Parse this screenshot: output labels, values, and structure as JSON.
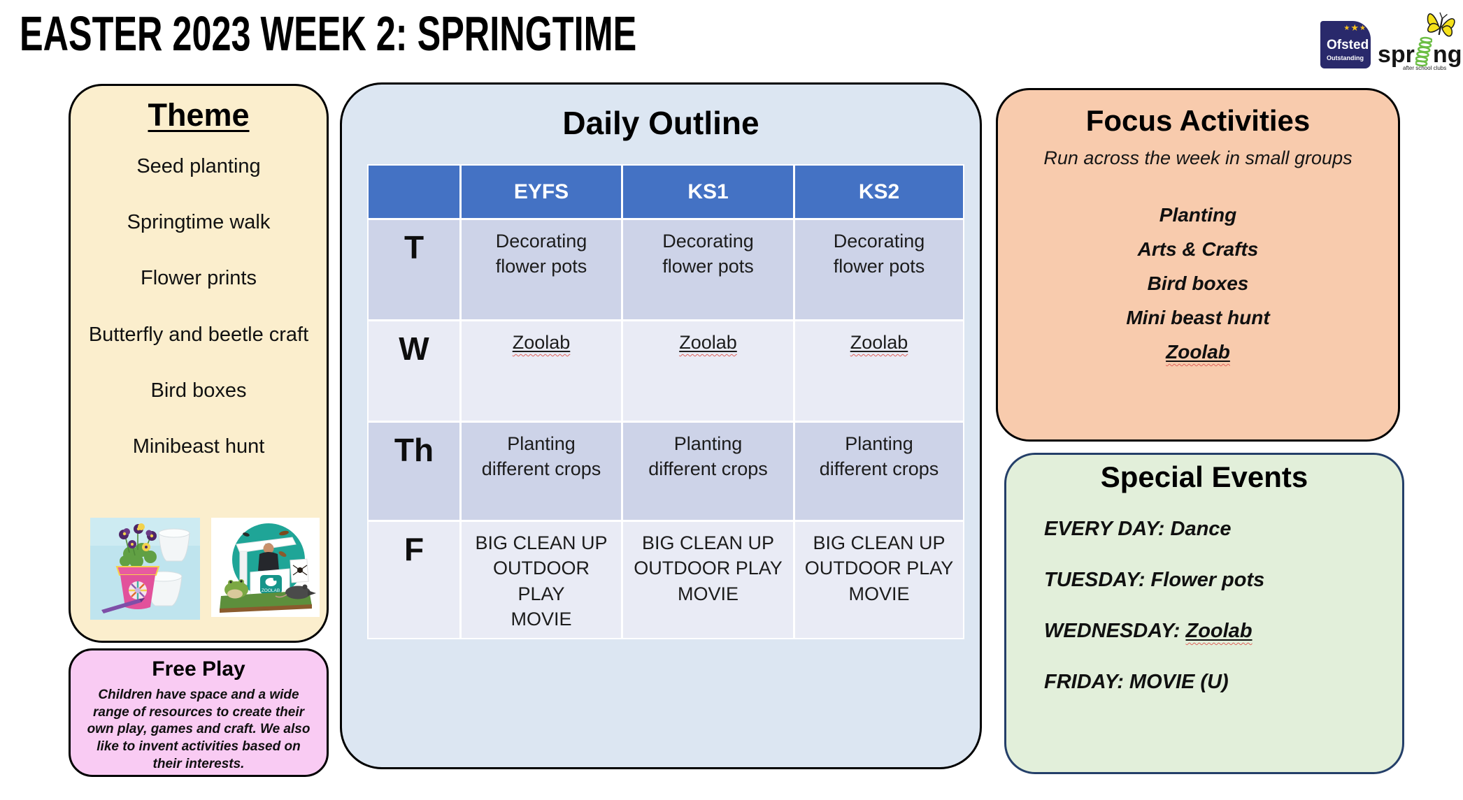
{
  "page": {
    "title": "EASTER 2023 WEEK 2: SPRINGTIME"
  },
  "logos": {
    "ofsted": {
      "name": "Ofsted",
      "subtitle": "Outstanding",
      "stars": [
        "★",
        "★",
        "★"
      ]
    },
    "spring": {
      "brand_pre": "spr",
      "brand_post": "ng",
      "tagline": "after school clubs"
    }
  },
  "theme": {
    "title": "Theme",
    "items": [
      "Seed planting",
      "Springtime walk",
      "Flower prints",
      "Butterfly and beetle craft",
      "Bird boxes",
      "Minibeast hunt"
    ],
    "photos": [
      {
        "name": "flower-pots-photo",
        "alt": "Decorated pink flower pot with pansies and plain white pots"
      },
      {
        "name": "zoolab-photo",
        "alt": "ZooLab animal stand with frog, rat and insects",
        "logo_text": "ZOOLAB"
      }
    ]
  },
  "free_play": {
    "title": "Free Play",
    "body": "Children have space and a wide range of resources to create their own play, games and craft. We also like to invent activities based on their interests."
  },
  "daily_outline": {
    "title": "Daily Outline",
    "columns": [
      "",
      "EYFS",
      "KS1",
      "KS2"
    ],
    "rows": [
      {
        "day": "T",
        "cells": [
          "Decorating\nflower pots",
          "Decorating\nflower pots",
          "Decorating\nflower pots"
        ]
      },
      {
        "day": "W",
        "cells": [
          "Zoolab",
          "Zoolab",
          "Zoolab"
        ]
      },
      {
        "day": "Th",
        "cells": [
          "Planting\ndifferent crops",
          "Planting\ndifferent crops",
          "Planting\ndifferent crops"
        ]
      },
      {
        "day": "F",
        "cells": [
          "BIG CLEAN UP\nOUTDOOR\nPLAY\nMOVIE",
          "BIG CLEAN UP\nOUTDOOR PLAY\nMOVIE",
          "BIG CLEAN UP\nOUTDOOR PLAY\nMOVIE"
        ]
      }
    ]
  },
  "focus_activities": {
    "title": "Focus Activities",
    "subtitle": "Run across the week in small groups",
    "items": [
      "Planting",
      "Arts & Crafts",
      "Bird boxes",
      "Mini beast hunt",
      "Zoolab"
    ]
  },
  "special_events": {
    "title": "Special Events",
    "items": [
      {
        "prefix": "EVERY DAY: ",
        "text": "Dance"
      },
      {
        "prefix": "TUESDAY: ",
        "text": "Flower pots"
      },
      {
        "prefix": "WEDNESDAY: ",
        "text": "Zoolab"
      },
      {
        "prefix": "FRIDAY:  ",
        "text": "MOVIE (U)"
      }
    ]
  },
  "colors": {
    "header_blue": "#4472C4",
    "band_dark": "#CDD3E8",
    "band_light": "#E9EBF5",
    "theme_bg": "#FBEECD",
    "free_play_bg": "#F9CBF3",
    "daily_bg": "#DCE6F2",
    "focus_bg": "#F8CBAD",
    "special_bg": "#E2EFDA",
    "special_border": "#243F69",
    "ofsted_navy": "#29296B",
    "star_yellow": "#F9C31F",
    "spring_green": "#6CBE45",
    "butterfly_yellow": "#F5E11A",
    "spellcheck_red": "#E0635A"
  }
}
